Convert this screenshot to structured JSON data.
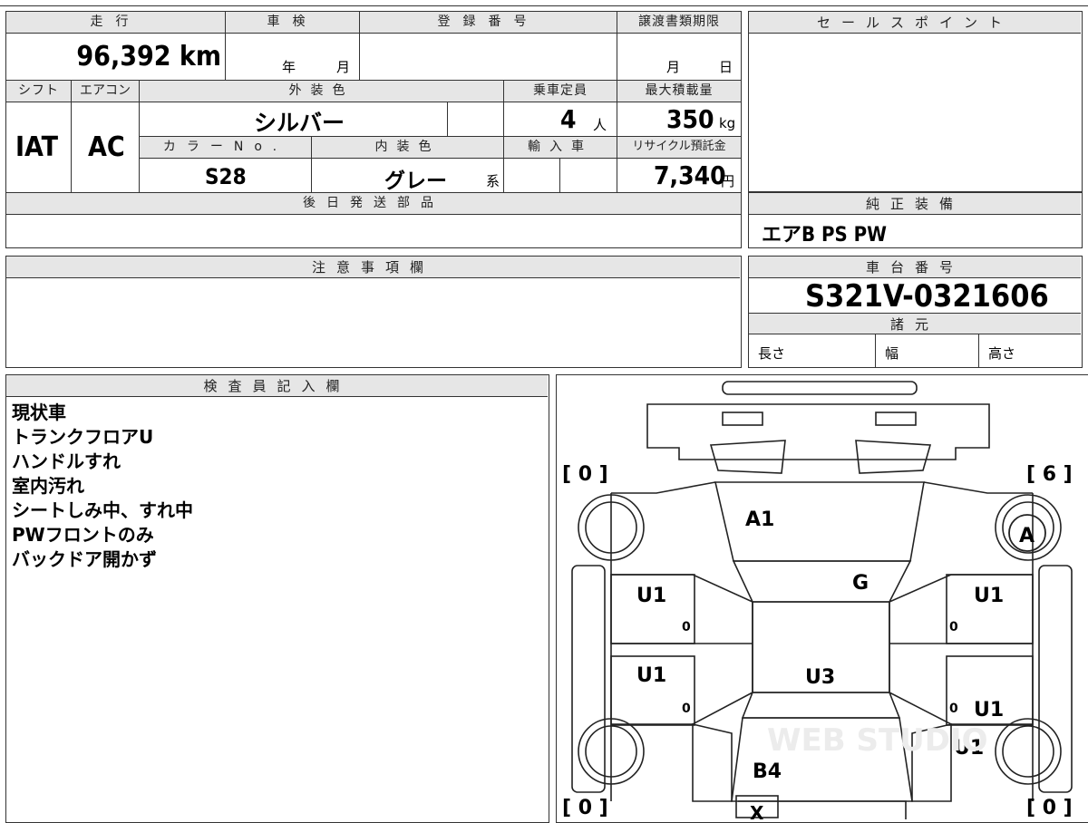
{
  "mileage": {
    "label": "走行",
    "value": "96,392 km"
  },
  "inspection": {
    "label": "車検",
    "year": "年",
    "month": "月"
  },
  "registration": {
    "label": "登録番号",
    "value": ""
  },
  "transfer_deadline": {
    "label": "譲渡書類期限",
    "month": "月",
    "day": "日"
  },
  "shift": {
    "label": "シフト",
    "value": "IAT"
  },
  "aircon": {
    "label": "エアコン",
    "value": "AC"
  },
  "exterior_color": {
    "label": "外装色",
    "value": "シルバー"
  },
  "capacity": {
    "label": "乗車定員",
    "value": "4",
    "unit": "人"
  },
  "max_load": {
    "label": "最大積載量",
    "value": "350",
    "unit": "kg"
  },
  "color_no": {
    "label": "カラーNo.",
    "value": "S28"
  },
  "interior_color": {
    "label": "内装色",
    "value": "グレー",
    "suffix": "系"
  },
  "import": {
    "label": "輸入車"
  },
  "recycle": {
    "label": "リサイクル預託金",
    "value": "7,340",
    "unit": "円"
  },
  "sales_point": {
    "label": "セールスポイント"
  },
  "later_parts": {
    "label": "後日発送部品"
  },
  "genuine": {
    "label": "純正装備",
    "value": "エアB PS PW"
  },
  "caution": {
    "label": "注意事項欄"
  },
  "chassis": {
    "label": "車台番号",
    "value": "S321V-0321606"
  },
  "specs": {
    "label": "諸元",
    "length": "長さ",
    "width": "幅",
    "height": "高さ"
  },
  "inspector": {
    "label": "検査員記入欄",
    "notes": [
      "現状車",
      "トランクフロアU",
      "ハンドルすれ",
      "室内汚れ",
      "シートしみ中、すれ中",
      "PWフロントのみ",
      "バックドア開かず"
    ]
  },
  "diagram": {
    "tire_fl": "[ 0 ]",
    "tire_fr": "[ 6 ]",
    "tire_rl": "[ 0 ]",
    "tire_rr": "[ 0 ]",
    "marks": {
      "hood": "A1",
      "windshield": "G",
      "wheel_fr": "A",
      "door_fl": "U1",
      "door_fr": "U1",
      "door_rl": "U1",
      "door_rr": "U1",
      "roof": "U3",
      "quarter_rr": "U1",
      "tailgate": "B4",
      "bumper_rear": "X",
      "small_0": "0"
    },
    "watermark": "WEB STUDIO"
  }
}
